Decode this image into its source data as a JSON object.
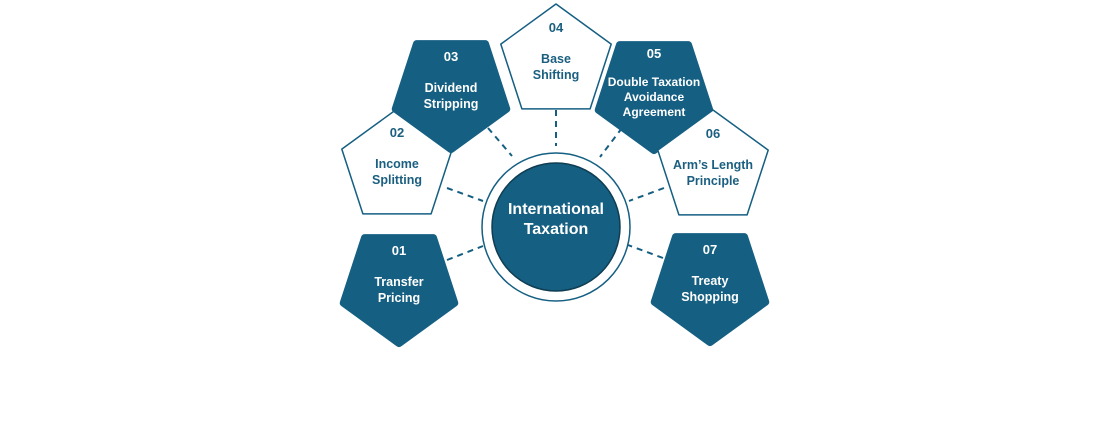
{
  "center": {
    "lines": [
      "International",
      "Taxation"
    ]
  },
  "colors": {
    "primary": "#155f82",
    "outline": "#155f82",
    "text_on_light": "#1b5f80",
    "text_on_dark": "#ffffff",
    "background": "#ffffff"
  },
  "items": [
    {
      "number": "01",
      "lines": [
        "Transfer",
        "Pricing"
      ],
      "style": "dark"
    },
    {
      "number": "02",
      "lines": [
        "Income",
        "Splitting"
      ],
      "style": "light"
    },
    {
      "number": "03",
      "lines": [
        "Dividend",
        "Stripping"
      ],
      "style": "dark"
    },
    {
      "number": "04",
      "lines": [
        "Base",
        "Shifting"
      ],
      "style": "light"
    },
    {
      "number": "05",
      "lines": [
        "Double Taxation",
        "Avoidance",
        "Agreement"
      ],
      "style": "dark"
    },
    {
      "number": "06",
      "lines": [
        "Arm’s Length",
        "Principle"
      ],
      "style": "light"
    },
    {
      "number": "07",
      "lines": [
        "Treaty",
        "Shopping"
      ],
      "style": "dark"
    }
  ]
}
